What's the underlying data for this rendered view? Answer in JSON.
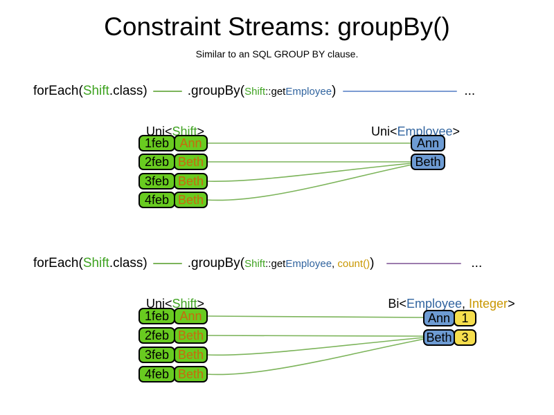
{
  "title": "Constraint Streams: groupBy()",
  "subtitle": "Similar to an SQL GROUP BY clause.",
  "colors": {
    "green_text": "#3fa321",
    "blue_text": "#31649f",
    "gold_text": "#c99700",
    "orange_text": "#c8690e",
    "green_fill": "#69cb20",
    "blue_fill": "#6d9bd3",
    "yellow_fill": "#f6de4d",
    "green_line": "#7cb45a",
    "blue_line": "#7b9bd2",
    "purple_line": "#9c7bad"
  },
  "example1": {
    "code": {
      "foreach_open": "forEach(",
      "foreach_class": "Shift",
      "foreach_close": ".class)",
      "groupby_open": ".groupBy(",
      "arg1_class": "Shift",
      "arg1_accessor": "::get",
      "arg1_type": "Employee",
      "groupby_close": ")",
      "ellipsis": "..."
    },
    "stream_label": {
      "prefix": "Uni<",
      "type": "Shift",
      "suffix": ">"
    },
    "result_label": {
      "prefix": "Uni<",
      "type": "Employee",
      "suffix": ">"
    },
    "shifts": [
      {
        "date": "1feb",
        "employee": "Ann"
      },
      {
        "date": "2feb",
        "employee": "Beth"
      },
      {
        "date": "3feb",
        "employee": "Beth"
      },
      {
        "date": "4feb",
        "employee": "Beth"
      }
    ],
    "groups": [
      {
        "employee": "Ann"
      },
      {
        "employee": "Beth"
      }
    ]
  },
  "example2": {
    "code": {
      "foreach_open": "forEach(",
      "foreach_class": "Shift",
      "foreach_close": ".class)",
      "groupby_open": ".groupBy(",
      "arg1_class": "Shift",
      "arg1_accessor": "::get",
      "arg1_type": "Employee",
      "separator": ", ",
      "arg2_collector": "count()",
      "groupby_close": ")",
      "ellipsis": "..."
    },
    "stream_label": {
      "prefix": "Uni<",
      "type": "Shift",
      "suffix": ">"
    },
    "result_label": {
      "prefix": "Bi<",
      "type1": "Employee",
      "separator": ", ",
      "type2": "Integer",
      "suffix": ">"
    },
    "shifts": [
      {
        "date": "1feb",
        "employee": "Ann"
      },
      {
        "date": "2feb",
        "employee": "Beth"
      },
      {
        "date": "3feb",
        "employee": "Beth"
      },
      {
        "date": "4feb",
        "employee": "Beth"
      }
    ],
    "groups": [
      {
        "employee": "Ann",
        "count": "1"
      },
      {
        "employee": "Beth",
        "count": "3"
      }
    ]
  }
}
